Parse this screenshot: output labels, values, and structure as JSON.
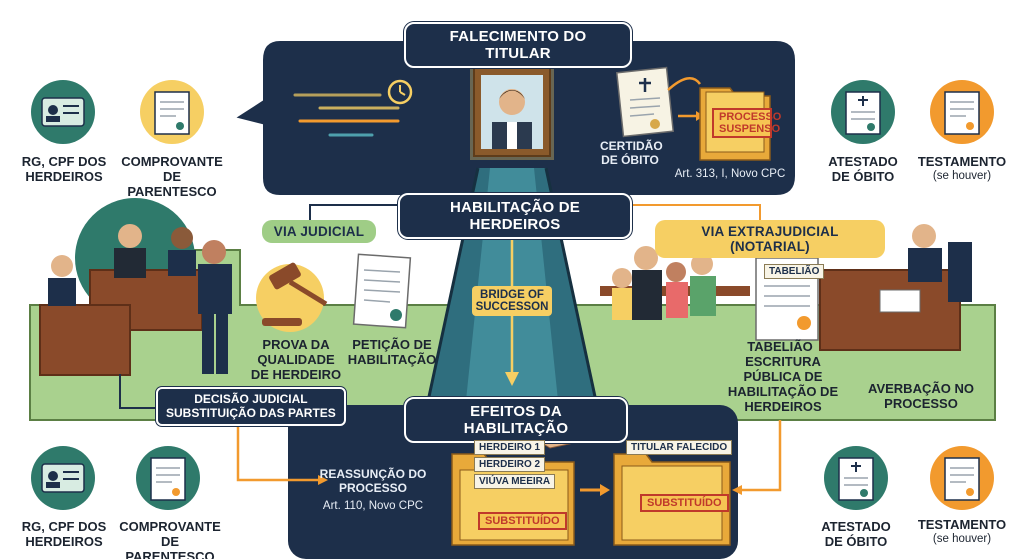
{
  "header": {
    "title": "FALECIMENTO DO TITULAR"
  },
  "top_section": {
    "certidao_label": "CERTIDÃO DE ÓBITO",
    "process_stamp": "PROCESSO SUSPENSO",
    "legal_ref": "Art. 313, I, Novo CPC"
  },
  "left_top": {
    "doc1_label": "RG, CPF DOS HERDEIROS",
    "doc2_label": "COMPROVANTE DE PARENTESCO"
  },
  "right_top": {
    "doc1_label": "ATESTADO DE ÓBITO",
    "doc2_label": "TESTAMENTO",
    "doc2_note": "(se houver)"
  },
  "middle": {
    "title": "HABILITAÇÃO DE HERDEIROS",
    "via_judicial": "VIA JUDICIAL",
    "via_extrajudicial": "VIA EXTRAJUDICIAL (NOTARIAL)",
    "bridge": "BRIDGE OF SUCCESSON",
    "judicial_item1": "PROVA DA QUALIDADE DE HERDEIRO",
    "judicial_item2": "PETIÇÃO DE HABILITAÇÃO",
    "decision_line1": "DECISÃO JUDICIAL",
    "decision_line2": "SUBSTITUIÇÃO DAS PARTES",
    "notary_tag": "TABELIÃO",
    "notary_label1": "TABELIÃO",
    "notary_label2": "ESCRITURA PÚBLICA DE HABILITAÇÃO DE HERDEIROS",
    "averbacao": "AVERBAÇÃO NO PROCESSO"
  },
  "bottom_section": {
    "title": "EFEITOS DA HABILITAÇÃO",
    "reassuncao": "REASSUNÇÃO DO PROCESSO",
    "reassuncao_ref": "Art. 110, Novo CPC",
    "heir_tags": [
      "HERDEIRO 1",
      "HERDEIRO 2",
      "VIÚVA MEEIRA"
    ],
    "stamp_left": "SUBSTITUÍDO",
    "titular_tag": "TITULAR FALECIDO",
    "stamp_right": "SUBSTITUÍDO"
  },
  "left_bottom": {
    "doc1_label": "RG, CPF DOS HERDEIROS",
    "doc2_label": "COMPROVANTE DE PARENTESCO"
  },
  "right_bottom": {
    "doc1_label": "ATESTADO DE ÓBITO",
    "doc2_label": "TESTAMENTO",
    "doc2_note": "(se houver)"
  },
  "colors": {
    "navy": "#1d2f4a",
    "green_band": "#a9d18e",
    "yellow": "#f6cf63",
    "orange": "#f29a2e",
    "teal": "#2f7a6b"
  }
}
